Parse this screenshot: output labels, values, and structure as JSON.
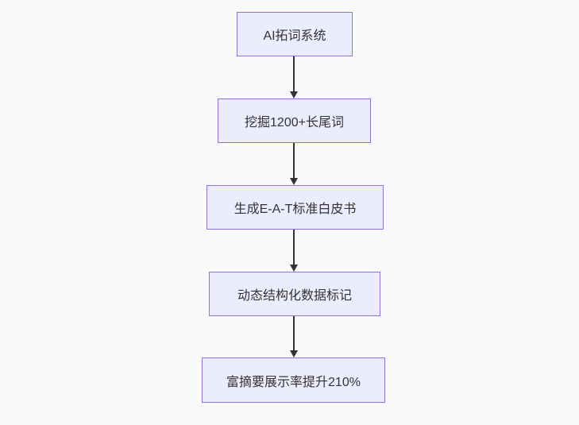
{
  "diagram": {
    "type": "flowchart",
    "direction": "top-down",
    "colors": {
      "background": "#fafafa",
      "node_fill": "#ececff",
      "node_border": "#9370db",
      "arrow": "#333333",
      "text": "#333333"
    },
    "nodes": [
      {
        "label": "AI拓词系统"
      },
      {
        "label": "挖掘1200+长尾词"
      },
      {
        "label": "生成E-A-T标准白皮书"
      },
      {
        "label": "动态结构化数据标记"
      },
      {
        "label": "富摘要展示率提升210%"
      }
    ],
    "edges": [
      {
        "from": 0,
        "to": 1
      },
      {
        "from": 1,
        "to": 2
      },
      {
        "from": 2,
        "to": 3
      },
      {
        "from": 3,
        "to": 4
      }
    ]
  }
}
